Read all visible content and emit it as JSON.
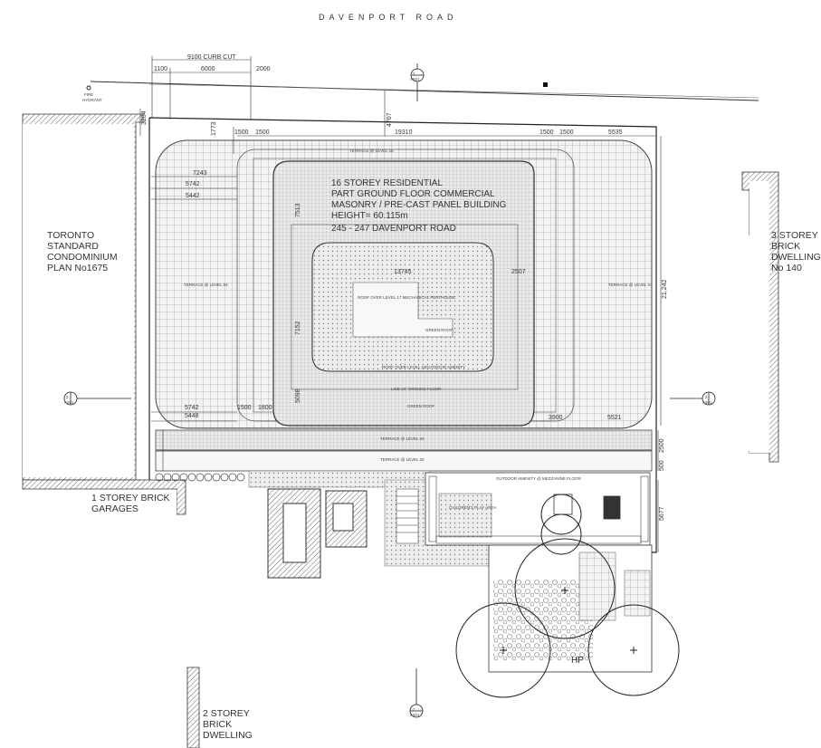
{
  "street": {
    "name": "DAVENPORT ROAD"
  },
  "curb_cut": {
    "label": "9100 CURB CUT",
    "d1": "1100",
    "d2": "6000",
    "d3": "2000"
  },
  "fire_hydrant": {
    "line1": "FIRE",
    "line2": "HYDRANT"
  },
  "building": {
    "line1": "16 STOREY RESIDENTIAL",
    "line2": "PART GROUND FLOOR COMMERCIAL",
    "line3": "MASONRY / PRE-CAST PANEL BUILDING",
    "line4": "HEIGHT= 60.115m",
    "line5": "245 - 247 DAVENPORT ROAD"
  },
  "neighbours": {
    "west": {
      "line1": "TORONTO",
      "line2": "STANDARD",
      "line3": "CONDOMINIUM",
      "line4": "PLAN No1675"
    },
    "east": {
      "line1": "3 STOREY",
      "line2": "BRICK",
      "line3": "DWELLING",
      "line4": "No 140"
    },
    "south_garages": {
      "line1": "1 STOREY BRICK",
      "line2": "GARAGES"
    },
    "south_dwelling": {
      "line1": "2 STOREY",
      "line2": "BRICK",
      "line3": "DWELLING"
    }
  },
  "dimensions": {
    "d19310": "19310",
    "d1500a": "1500",
    "d1500b": "1500",
    "d1500c": "1500",
    "d1500d": "1500",
    "d5535": "5535",
    "d7243": "7243",
    "d5742a": "5742",
    "d5442": "5442",
    "d1773": "1773",
    "d4707": "4707",
    "d3204": "3204",
    "d13745": "13745",
    "d2507": "2507",
    "d5742b": "5742",
    "d5448": "5448",
    "d1800": "1800",
    "d3900": "3900",
    "d5521": "5521",
    "d21242": "21,242",
    "d2500": "2500",
    "d500": "500",
    "d5677": "5677",
    "d7513": "7513",
    "d7152": "7152",
    "d5098": "5098"
  },
  "notes": {
    "terrace_l16": "TERRACE @ LEVEL 16",
    "terrace_l04": "TERRACE @ LEVEL 04",
    "terrace_l02": "TERRACE @ LEVEL 02",
    "terrace_w": "TERRACE @ LEVEL 04",
    "terrace_e": "TERRACE @ LEVEL 04",
    "roof_mech": "ROOF OVER LEVEL 17 MECHANICAL PENTHOUSE",
    "green_roof": "GREEN ROOF",
    "roof_over16": "ROOF OVER LEVEL 16",
    "outdoor_amenity": "OUTDOOR AMENITY",
    "outdoor_amenity_mez": "OUTDOOR AMENITY @ MEZZANINE FLOOR",
    "childrens_play": "CHILDREN'S PLAY AREA",
    "line_ground": "LINE OF GROUND FLOOR",
    "hp": "HP"
  },
  "section_markers": [
    {
      "id": "north",
      "num": "2",
      "sheet": "A501"
    },
    {
      "id": "west",
      "num": "2",
      "sheet": "A501"
    },
    {
      "id": "east",
      "num": "2",
      "sheet": "A501"
    },
    {
      "id": "south",
      "num": "2",
      "sheet": "A501"
    }
  ]
}
